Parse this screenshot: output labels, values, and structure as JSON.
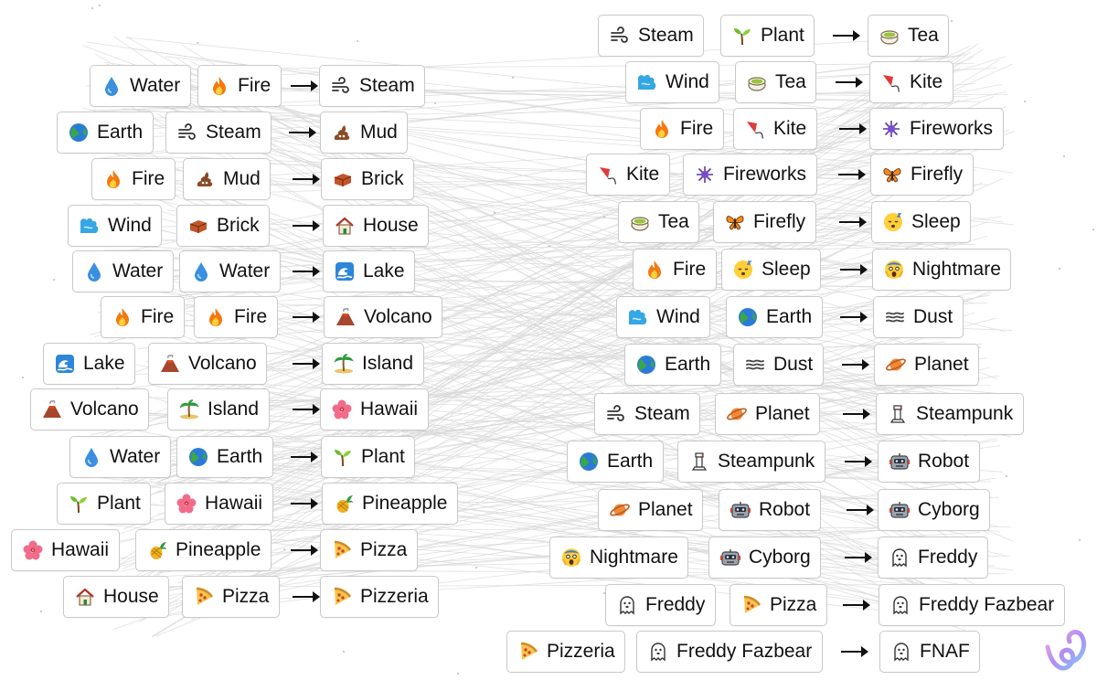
{
  "recipes": [
    {
      "a": "Water",
      "b": "Fire",
      "r": "Steam"
    },
    {
      "a": "Earth",
      "b": "Steam",
      "r": "Mud"
    },
    {
      "a": "Fire",
      "b": "Mud",
      "r": "Brick"
    },
    {
      "a": "Wind",
      "b": "Brick",
      "r": "House"
    },
    {
      "a": "Water",
      "b": "Water",
      "r": "Lake"
    },
    {
      "a": "Fire",
      "b": "Fire",
      "r": "Volcano"
    },
    {
      "a": "Lake",
      "b": "Volcano",
      "r": "Island"
    },
    {
      "a": "Volcano",
      "b": "Island",
      "r": "Hawaii"
    },
    {
      "a": "Water",
      "b": "Earth",
      "r": "Plant"
    },
    {
      "a": "Plant",
      "b": "Hawaii",
      "r": "Pineapple"
    },
    {
      "a": "Hawaii",
      "b": "Pineapple",
      "r": "Pizza"
    },
    {
      "a": "House",
      "b": "Pizza",
      "r": "Pizzeria"
    },
    {
      "a": "Steam",
      "b": "Plant",
      "r": "Tea"
    },
    {
      "a": "Wind",
      "b": "Tea",
      "r": "Kite"
    },
    {
      "a": "Fire",
      "b": "Kite",
      "r": "Fireworks"
    },
    {
      "a": "Kite",
      "b": "Fireworks",
      "r": "Firefly"
    },
    {
      "a": "Tea",
      "b": "Firefly",
      "r": "Sleep"
    },
    {
      "a": "Fire",
      "b": "Sleep",
      "r": "Nightmare"
    },
    {
      "a": "Wind",
      "b": "Earth",
      "r": "Dust"
    },
    {
      "a": "Earth",
      "b": "Dust",
      "r": "Planet"
    },
    {
      "a": "Steam",
      "b": "Planet",
      "r": "Steampunk"
    },
    {
      "a": "Earth",
      "b": "Steampunk",
      "r": "Robot"
    },
    {
      "a": "Planet",
      "b": "Robot",
      "r": "Cyborg"
    },
    {
      "a": "Nightmare",
      "b": "Cyborg",
      "r": "Freddy"
    },
    {
      "a": "Freddy",
      "b": "Pizza",
      "r": "Freddy Fazbear"
    },
    {
      "a": "Pizzeria",
      "b": "Freddy Fazbear",
      "r": "FNAF"
    }
  ],
  "icons": {
    "Water": "water-drop-icon",
    "Fire": "fire-icon",
    "Steam": "steam-icon",
    "Earth": "earth-globe-icon",
    "Mud": "mud-icon",
    "Brick": "brick-icon",
    "Wind": "wind-icon",
    "House": "house-icon",
    "Lake": "lake-wave-icon",
    "Volcano": "volcano-icon",
    "Island": "island-icon",
    "Hawaii": "hibiscus-icon",
    "Plant": "seedling-icon",
    "Pineapple": "pineapple-icon",
    "Pizza": "pizza-icon",
    "Pizzeria": "pizza-icon",
    "Tea": "tea-icon",
    "Kite": "kite-icon",
    "Fireworks": "fireworks-icon",
    "Firefly": "butterfly-icon",
    "Sleep": "sleepy-face-icon",
    "Nightmare": "screaming-face-icon",
    "Dust": "dust-icon",
    "Planet": "planet-icon",
    "Steampunk": "steampunk-icon",
    "Robot": "robot-icon",
    "Cyborg": "robot-icon",
    "Freddy": "ghost-icon",
    "Freddy Fazbear": "ghost-icon",
    "FNAF": "ghost-icon"
  },
  "colors": {
    "chip_border": "#c9c9c9",
    "text": "#111111",
    "arrow": "#111111",
    "background_lines": "#d6d6d6",
    "logo_gradient": [
      "#f6a8d8",
      "#b08cf5",
      "#7fc8f8"
    ]
  }
}
